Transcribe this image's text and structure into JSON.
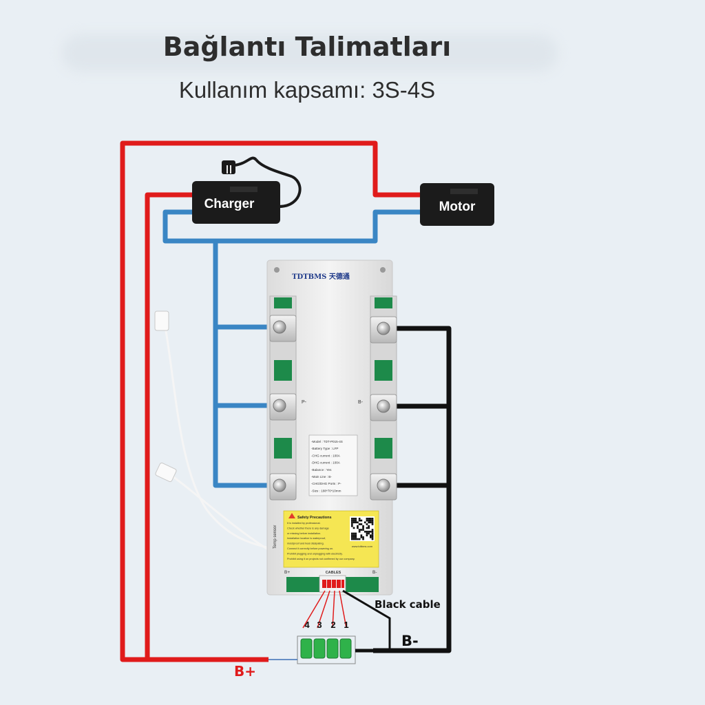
{
  "header": {
    "title": "Bağlantı Talimatları",
    "subtitle": "Kullanım kapsamı: 3S-4S"
  },
  "devices": {
    "charger_label": "Charger",
    "motor_label": "Motor"
  },
  "board": {
    "brand": "TDTBMS 天德通",
    "left_port_label": "P-",
    "right_port_label": "B-",
    "bottom_left_label": "B+",
    "bottom_right_label": "B-",
    "cables_label": "CABLES",
    "temp_sensor_label": "Temp sensor",
    "spec_lines": [
      "-Model : TDT-P015-4S",
      "-Battery Type : LFP",
      "-CHG current : 100A",
      "-DHG current : 100A",
      "-Balance : Yes",
      "-Main Line : B-",
      "-CHG/DHG Ports : P-",
      "-Size : 188*70*10mm"
    ],
    "safety_title": "Safety Precautions",
    "safety_lines": [
      "It is installed by professional.",
      "Check whether there is any damage",
      "or missing before installation.",
      "Installation location is waterproof,",
      "moistproof and heat dissipating.",
      "Connect it correctly before powering on.",
      "Prohibit plugging and unplugging with electricity.",
      "Prohibit using it on projects not confirmed by our company."
    ],
    "website": "www.tdtbms.com"
  },
  "wiring": {
    "black_cable_label": "Black cable",
    "b_minus_label": "B-",
    "b_plus_label": "B+",
    "cell_numbers": [
      "4",
      "3",
      "2",
      "1"
    ]
  },
  "colors": {
    "red_wire": "#e01b1b",
    "blue_wire": "#3a86c4",
    "black_wire": "#111111",
    "green_pad": "#1d8a4a",
    "background": "#e9eff4"
  }
}
